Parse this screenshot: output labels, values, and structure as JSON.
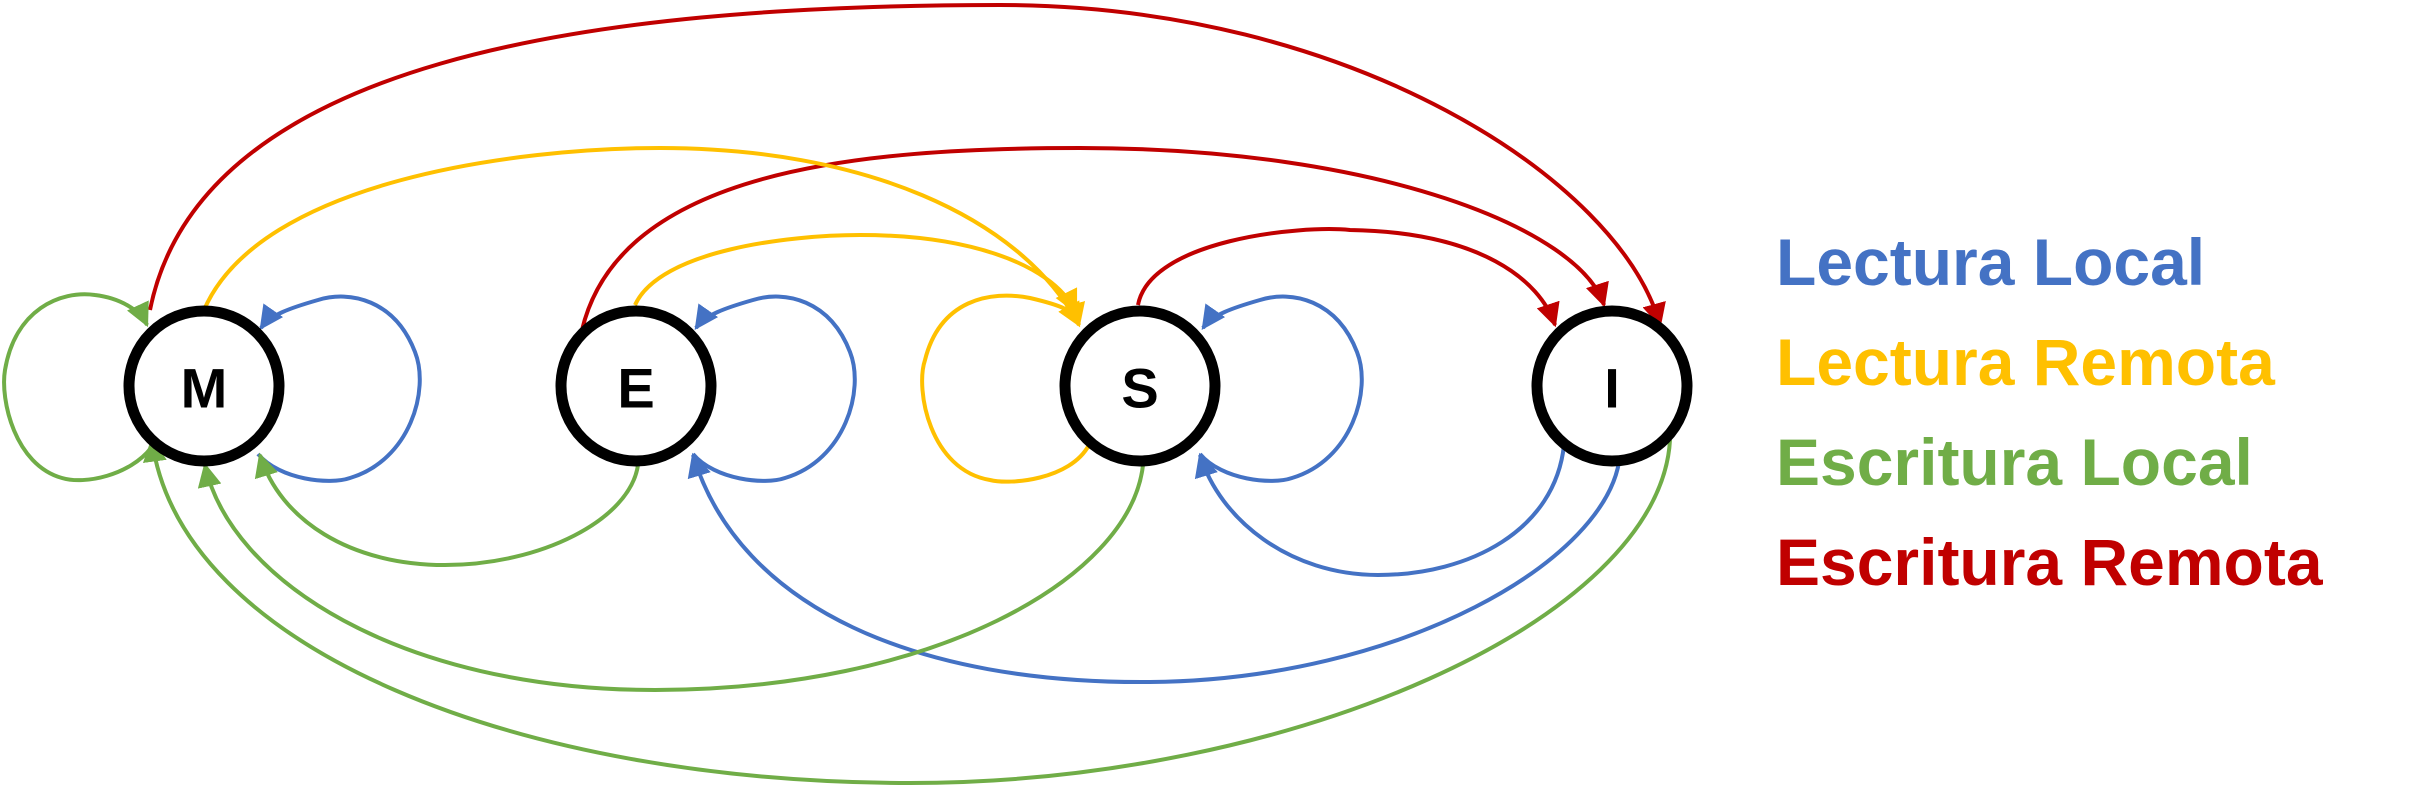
{
  "colors": {
    "lectura_local": "#4472C4",
    "lectura_remota": "#FFC000",
    "escritura_local": "#70AD47",
    "escritura_remota": "#C00000",
    "node_stroke": "#000000"
  },
  "states": [
    {
      "id": "M",
      "label": "M"
    },
    {
      "id": "E",
      "label": "E"
    },
    {
      "id": "S",
      "label": "S"
    },
    {
      "id": "I",
      "label": "I"
    }
  ],
  "legend": [
    {
      "key": "lectura_local",
      "label": "Lectura Local",
      "color": "#4472C4"
    },
    {
      "key": "lectura_remota",
      "label": "Lectura Remota",
      "color": "#FFC000"
    },
    {
      "key": "escritura_local",
      "label": "Escritura Local",
      "color": "#70AD47"
    },
    {
      "key": "escritura_remota",
      "label": "Escritura Remota",
      "color": "#C00000"
    }
  ],
  "transitions": [
    {
      "from": "M",
      "to": "M",
      "event": "lectura_local"
    },
    {
      "from": "M",
      "to": "M",
      "event": "escritura_local"
    },
    {
      "from": "M",
      "to": "S",
      "event": "lectura_remota"
    },
    {
      "from": "M",
      "to": "I",
      "event": "escritura_remota"
    },
    {
      "from": "E",
      "to": "E",
      "event": "lectura_local"
    },
    {
      "from": "E",
      "to": "M",
      "event": "escritura_local"
    },
    {
      "from": "E",
      "to": "S",
      "event": "lectura_remota"
    },
    {
      "from": "E",
      "to": "I",
      "event": "escritura_remota"
    },
    {
      "from": "S",
      "to": "S",
      "event": "lectura_local"
    },
    {
      "from": "S",
      "to": "S",
      "event": "lectura_remota"
    },
    {
      "from": "S",
      "to": "M",
      "event": "escritura_local"
    },
    {
      "from": "S",
      "to": "I",
      "event": "escritura_remota"
    },
    {
      "from": "I",
      "to": "S",
      "event": "lectura_local"
    },
    {
      "from": "I",
      "to": "E",
      "event": "lectura_local"
    },
    {
      "from": "I",
      "to": "M",
      "event": "escritura_local"
    }
  ]
}
